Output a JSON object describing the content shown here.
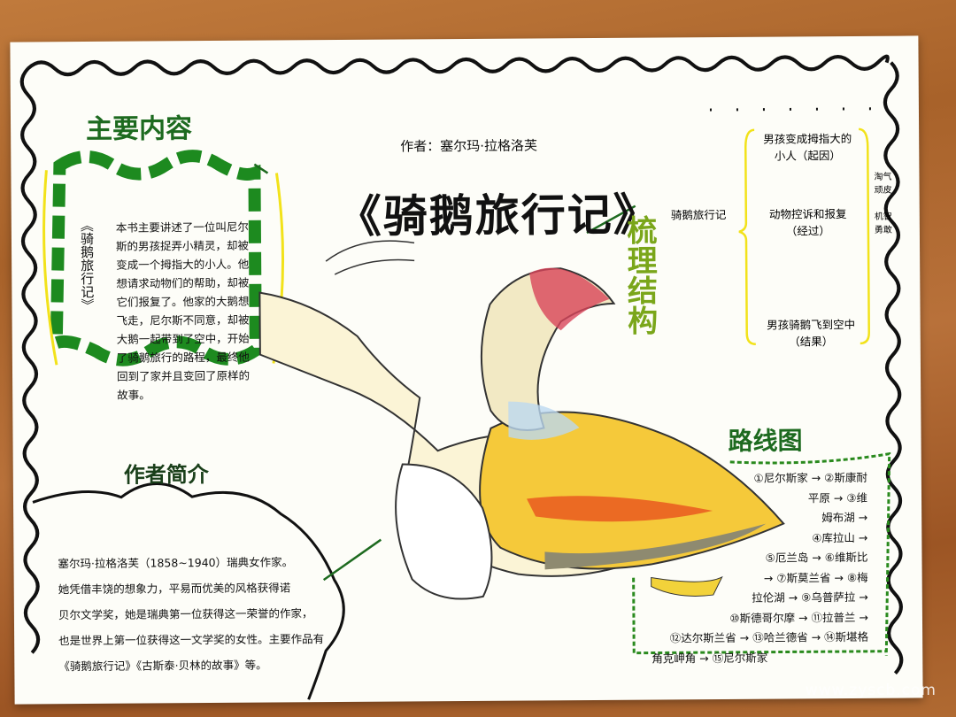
{
  "poster": {
    "title": "《骑鹅旅行记》",
    "author_line": "作者：塞尔玛·拉格洛芙",
    "main_content": {
      "heading": "主要内容",
      "book_label": "《骑鹅旅行记》",
      "text": "本书主要讲述了一位叫尼尔斯的男孩捉弄小精灵，却被变成一个拇指大的小人。他想请求动物们的帮助，却被它们报复了。他家的大鹅想飞走，尼尔斯不同意，却被大鹅一起带到了空中，开始了骑鹅旅行的路程，最终他回到了家并且变回了原样的故事。"
    },
    "structure": {
      "heading": "梳理结构",
      "root": "骑鹅旅行记",
      "branches": [
        "男孩变成拇指大的小人（起因）",
        "动物控诉和报复（经过）",
        "男孩骑鹅飞到空中（结果）"
      ],
      "traits": [
        "淘气顽皮",
        "机智勇敢"
      ]
    },
    "author_intro": {
      "heading": "作者简介",
      "lines": [
        "塞尔玛·拉格洛芙（1858~1940）瑞典女作家。",
        "她凭借丰饶的想象力，平易而优美的风格获得诺",
        "贝尔文学奖，她是瑞典第一位获得这一荣誉的作家，",
        "也是世界上第一位获得这一文学奖的女性。主要作品有",
        "《骑鹅旅行记》《古斯泰·贝林的故事》等。"
      ]
    },
    "route_map": {
      "heading": "路线图",
      "lines": [
        "①尼尔斯家 → ②斯康耐",
        "平原 → ③维",
        "姆布湖 →",
        "④库拉山 →",
        "⑤厄兰岛 → ⑥维斯比",
        "→ ⑦斯莫兰省 → ⑧梅",
        "拉伦湖 → ⑨乌普萨拉 →",
        "⑩斯德哥尔摩 → ⑪拉普兰 →",
        "⑫达尔斯兰省 → ⑬哈兰德省 → ⑭斯堪格",
        "角克岬角 → ⑮尼尔斯家"
      ]
    },
    "watermark": "www.zyscb.com",
    "colors": {
      "title_green": "#1d6a1f",
      "accent_yellow": "#f2e21a",
      "wood": "#b06a32"
    }
  }
}
